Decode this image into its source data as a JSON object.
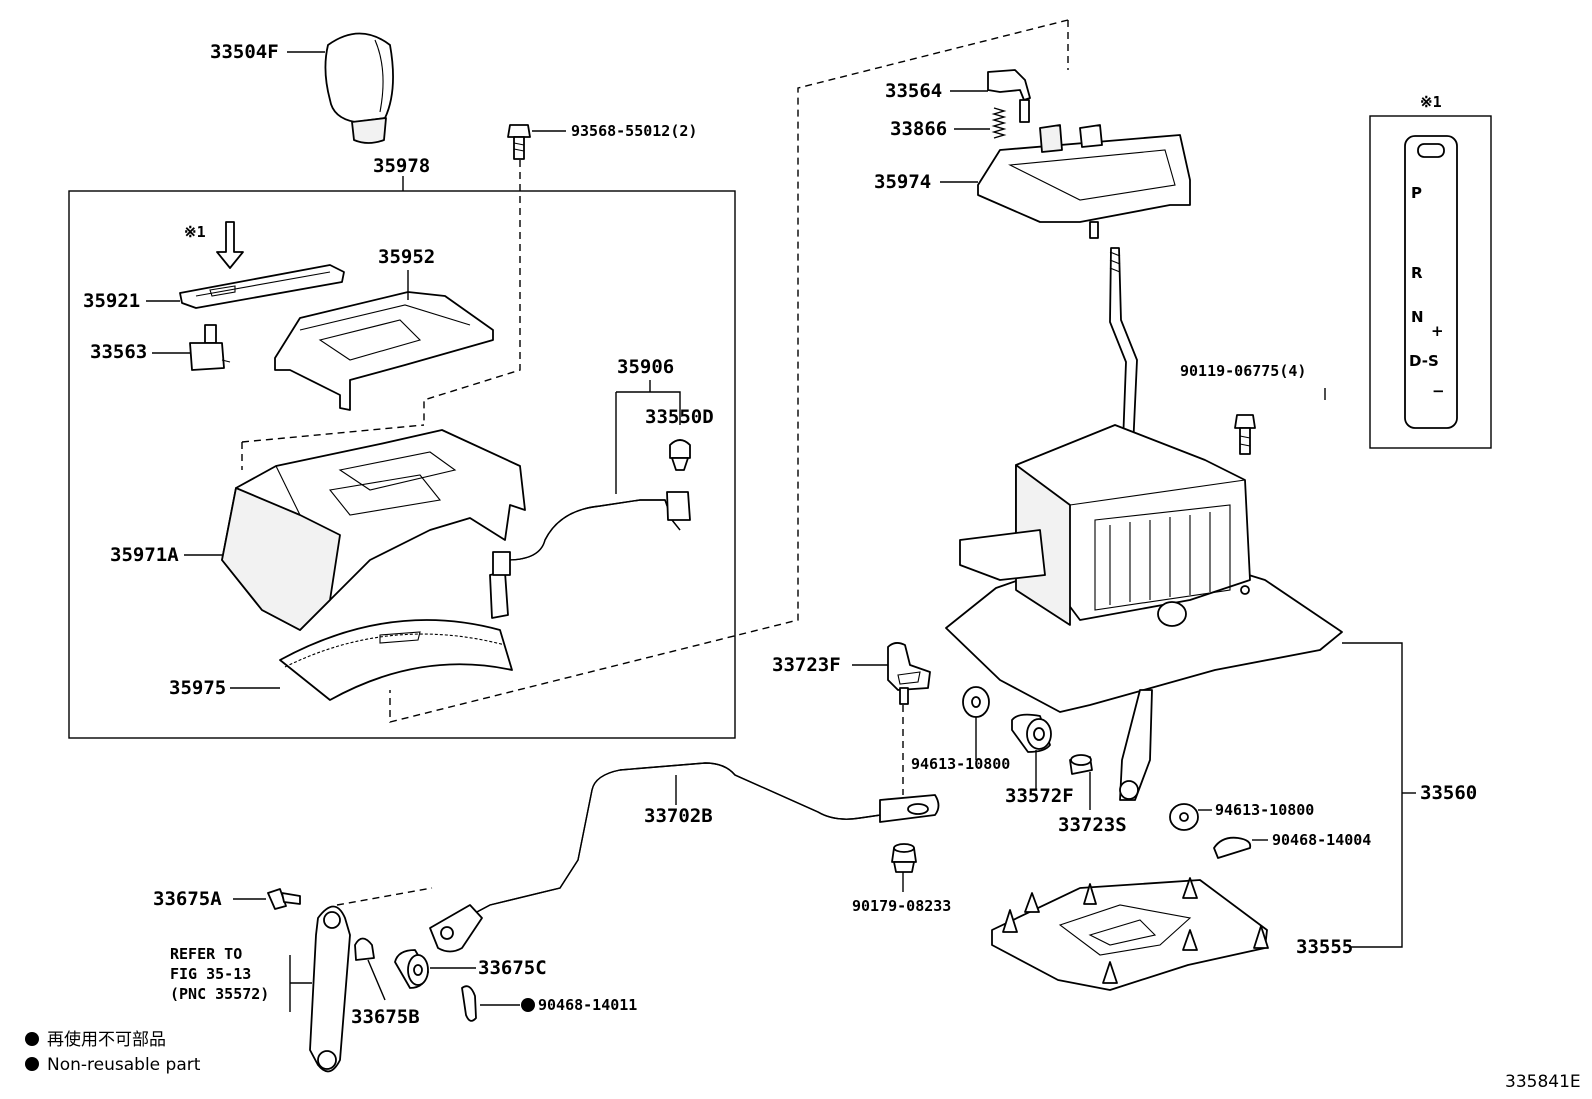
{
  "labels": {
    "p33504F": "33504F",
    "p93568": "93568-55012(2)",
    "p35978": "35978",
    "asterisk1_left": "※1",
    "p35952": "35952",
    "p35921": "35921",
    "p33563": "33563",
    "p35906": "35906",
    "p33550D": "33550D",
    "p35971A": "35971A",
    "p35975": "35975",
    "p33564": "33564",
    "p33866": "33866",
    "p35974": "35974",
    "p90119": "90119-06775(4)",
    "p33723F": "33723F",
    "p94613a": "94613-10800",
    "p33572F": "33572F",
    "p33723S": "33723S",
    "p94613b": "94613-10800",
    "p90468_14004": "90468-14004",
    "p33560": "33560",
    "p33702B": "33702B",
    "p90179": "90179-08233",
    "p33555": "33555",
    "p33675A": "33675A",
    "p33675C": "33675C",
    "p33675B": "33675B",
    "p90468_14011": "90468-14011"
  },
  "refer": {
    "line1": "REFER TO",
    "line2": "FIG 35-13",
    "line3": "(PNC 35572)"
  },
  "legend": {
    "jp": "再使用不可部品",
    "en": "Non-reusable part"
  },
  "shift_gate": {
    "title": "※1",
    "p": "P",
    "r": "R",
    "n": "N",
    "ds": "D-S",
    "plus": "+",
    "minus": "−"
  },
  "figure_id": "335841E"
}
